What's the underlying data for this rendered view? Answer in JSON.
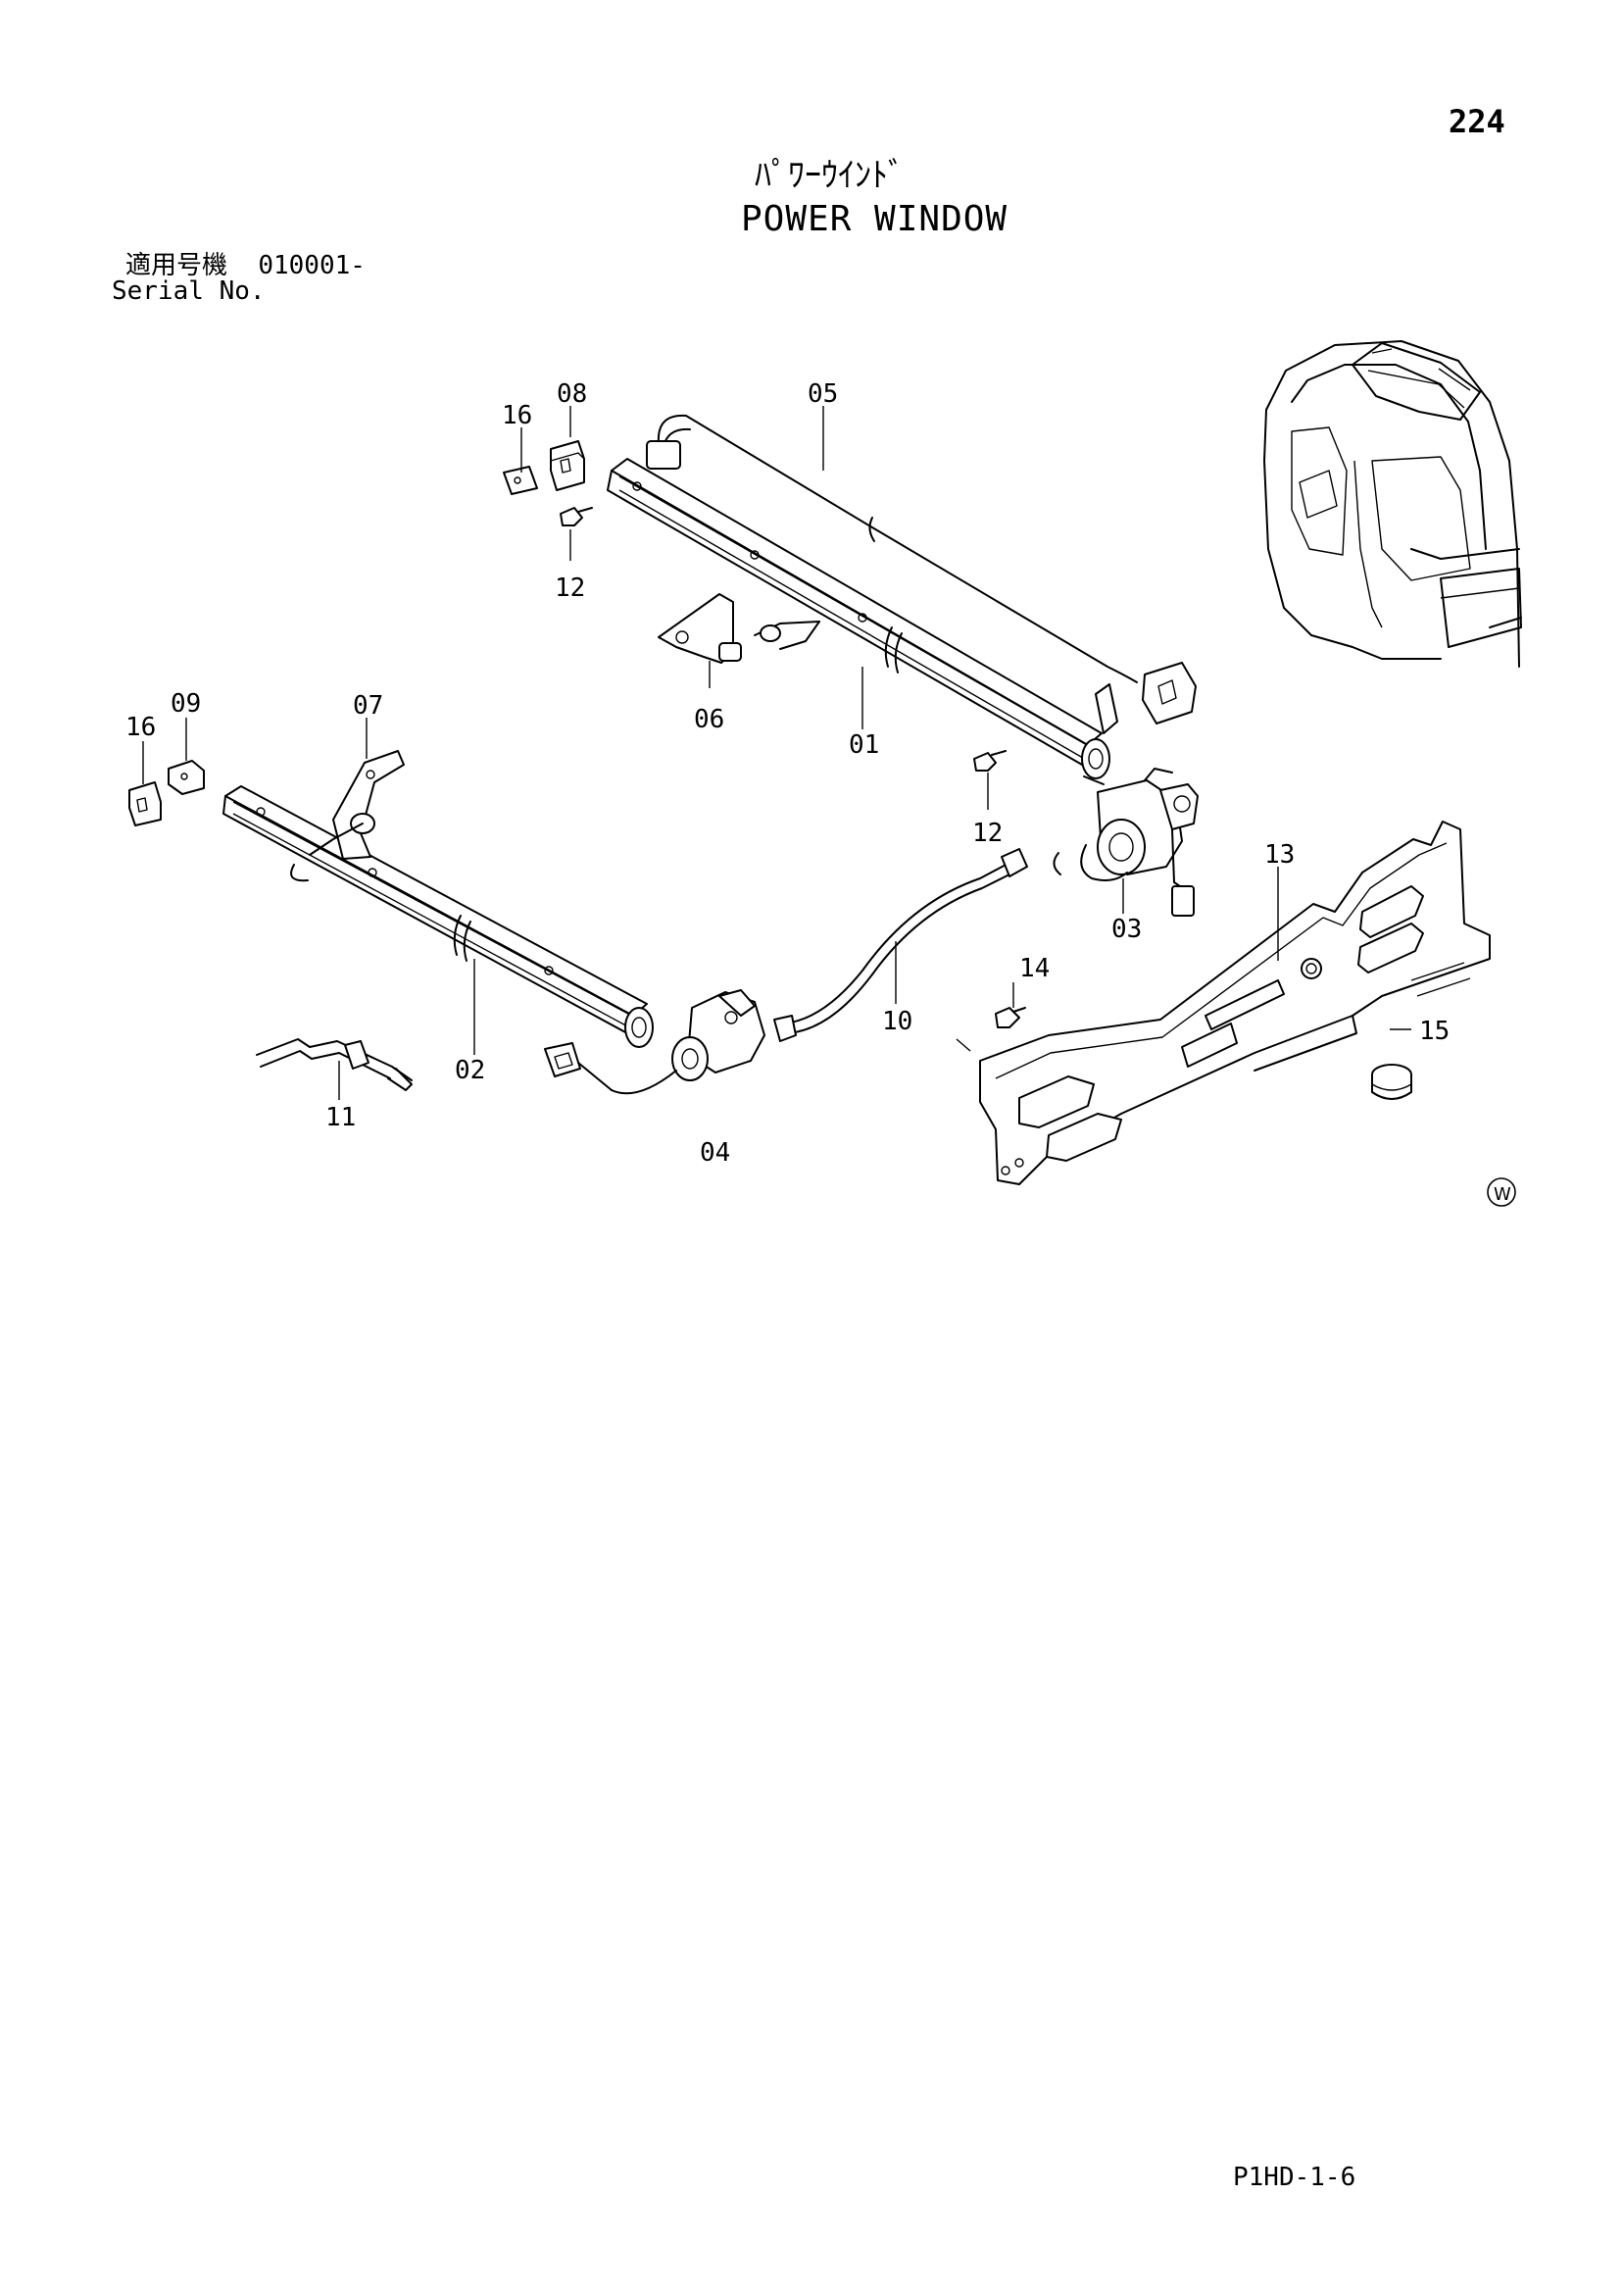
{
  "header": {
    "page_number": "224",
    "title_jp": "ﾊﾟﾜｰｳｲﾝﾄﾞ",
    "title_en": "POWER WINDOW",
    "serial_label_jp": "適用号機",
    "serial_value": "010001-",
    "serial_label_en": "Serial No."
  },
  "footer": {
    "drawing_code": "P1HD-1-6"
  },
  "diagram": {
    "part_labels": [
      "01",
      "02",
      "03",
      "04",
      "05",
      "06",
      "07",
      "08",
      "09",
      "10",
      "11",
      "12",
      "12",
      "13",
      "14",
      "15",
      "16",
      "16"
    ],
    "watermark_symbol": "W"
  }
}
